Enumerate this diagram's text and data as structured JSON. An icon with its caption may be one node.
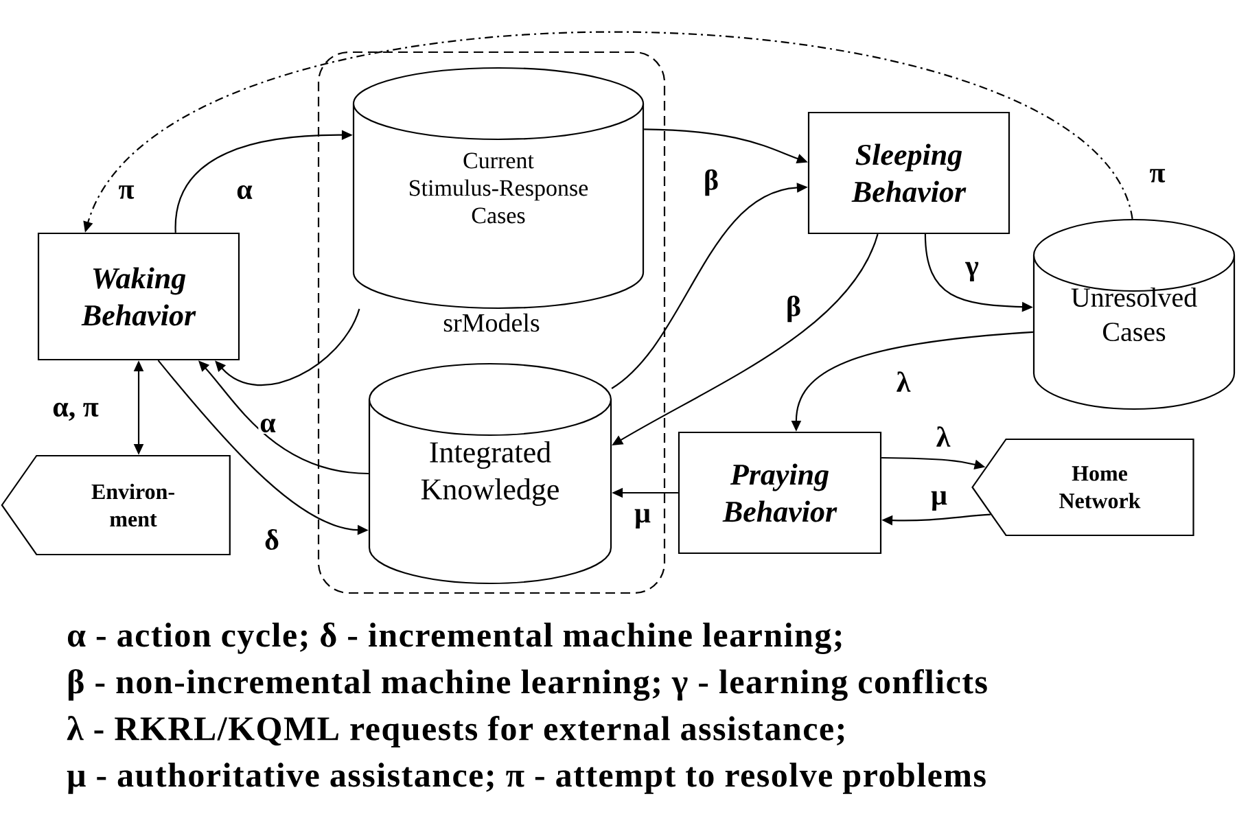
{
  "diagram": {
    "nodes": [
      {
        "text": [
          "srModels"
        ]
      },
      {
        "text": [
          "Current Stimulus-Response Cases"
        ],
        "in": 0
      },
      {
        "text": [
          "Integrated Knowledge"
        ],
        "in": 0
      },
      {
        "text": [
          "Waking Behavior"
        ]
      },
      {
        "text": [
          "Sleeping Behavior"
        ]
      },
      {
        "text": [
          "Unresolved Cases"
        ]
      },
      {
        "text": [
          "Environ- ment"
        ]
      },
      {
        "text": [
          "Praying Behavior"
        ]
      },
      {
        "text": [
          "Home Network"
        ]
      }
    ],
    "edges": [
      {
        "from": 3,
        "to": 1,
        "arrow": "to",
        "label": "α"
      },
      {
        "from": 1,
        "to": 3,
        "arrow": "to"
      },
      {
        "from": 1,
        "to": 4,
        "arrow": "to",
        "label": "β"
      },
      {
        "from": 2,
        "to": 4,
        "arrow": "to"
      },
      {
        "from": 4,
        "to": 2,
        "arrow": "to",
        "label": "β"
      },
      {
        "from": 4,
        "to": 5,
        "arrow": "to",
        "label": "γ"
      },
      {
        "from": 5,
        "to": 3,
        "arrow": "to",
        "label": "π",
        "style": "dashed"
      },
      {
        "from": 5,
        "to": 7,
        "arrow": "to",
        "label": "λ"
      },
      {
        "from": 7,
        "to": 8,
        "arrow": "to",
        "label": "λ"
      },
      {
        "from": 8,
        "to": 7,
        "arrow": "to",
        "label": "μ"
      },
      {
        "from": 7,
        "to": 2,
        "arrow": "to",
        "label": "μ"
      },
      {
        "from": 2,
        "to": 3,
        "arrow": "to",
        "label": "α"
      },
      {
        "from": 3,
        "to": 2,
        "arrow": "to",
        "label": "δ"
      },
      {
        "from": 3,
        "to": 6,
        "arrow": "both",
        "label": "α, π"
      }
    ],
    "labels": [
      "π",
      "α - action cycle; δ - incremental machine learning;",
      "β - non-incremental machine learning; γ - learning conflicts",
      "λ - RKRL/KQML requests for external assistance;",
      "μ - authoritative assistance; π - attempt to resolve problems"
    ]
  }
}
